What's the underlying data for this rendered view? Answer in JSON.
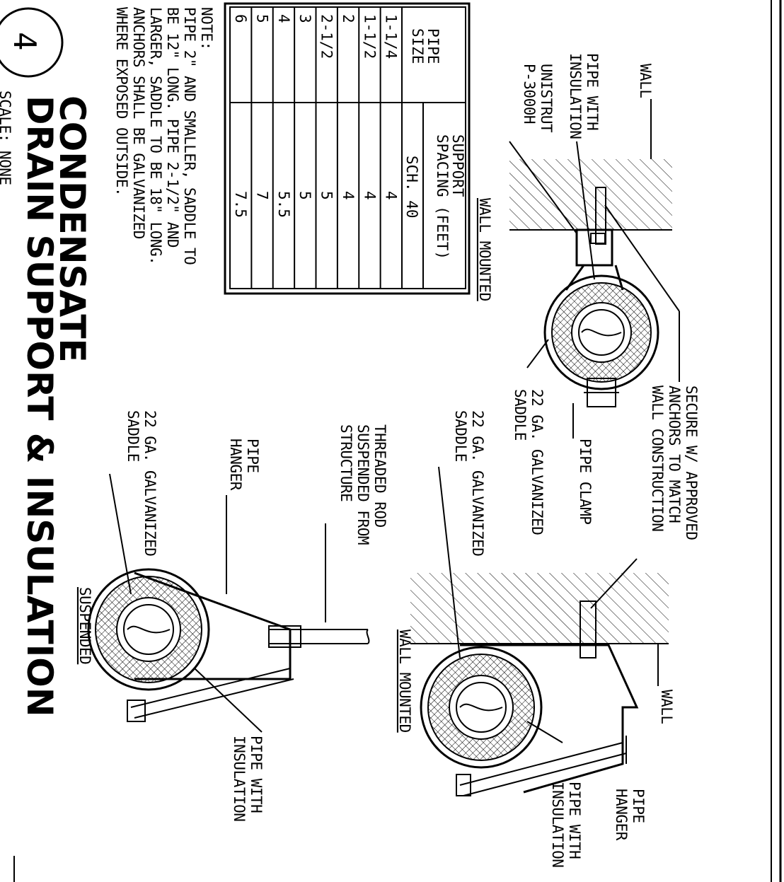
{
  "detail": {
    "number": "4",
    "title_line1": "CONDENSATE",
    "title_line2": "DRAIN SUPPORT & INSULATION",
    "scale": "SCALE: NONE"
  },
  "views": {
    "wall_mounted_clamp": "WALL MOUNTED",
    "wall_mounted_hanger": "WALL MOUNTED",
    "suspended": "SUSPENDED"
  },
  "labels": {
    "wall_top": "WALL",
    "pipe_with_insulation_1": [
      "PIPE WITH",
      "INSULATION"
    ],
    "unistrut": [
      "UNISTRUT",
      "P-3000H"
    ],
    "secure_anchors": [
      "SECURE W/ APPROVED",
      "ANCHORS TO MATCH",
      "WALL CONSTRUCTION"
    ],
    "pipe_clamp": "PIPE CLAMP",
    "saddle_1": [
      "22 GA. GALVANIZED",
      "SADDLE"
    ],
    "saddle_2": [
      "22 GA. GALVANIZED",
      "SADDLE"
    ],
    "saddle_3": [
      "22 GA. GALVANIZED",
      "SADDLE"
    ],
    "threaded_rod": [
      "THREADED ROD",
      "SUSPENDED FROM",
      "STRUCTURE"
    ],
    "pipe_hanger_1": [
      "PIPE",
      "HANGER"
    ],
    "pipe_hanger_2": [
      "PIPE",
      "HANGER"
    ],
    "wall_right": "WALL",
    "pipe_with_insulation_2": [
      "PIPE WITH",
      "INSULATION"
    ],
    "pipe_with_insulation_3": [
      "PIPE WITH",
      "INSULATION"
    ]
  },
  "table": {
    "header_pipe": [
      "PIPE",
      "SIZE"
    ],
    "header_support": [
      "SUPPORT",
      "SPACING (FEET)"
    ],
    "header_sch": "SCH. 40",
    "rows": [
      {
        "size": "1-1/4",
        "spacing": "4"
      },
      {
        "size": "1-1/2",
        "spacing": "4"
      },
      {
        "size": "2",
        "spacing": "4"
      },
      {
        "size": "2-1/2",
        "spacing": "5"
      },
      {
        "size": "3",
        "spacing": "5"
      },
      {
        "size": "4",
        "spacing": "5.5"
      },
      {
        "size": "5",
        "spacing": "7"
      },
      {
        "size": "6",
        "spacing": "7.5"
      }
    ]
  },
  "note": {
    "heading": "NOTE:",
    "lines": [
      "PIPE 2\" AND SMALLER, SADDLE TO",
      "BE 12\" LONG. PIPE 2-1/2\" AND",
      "LARGER, SADDLE TO BE 18\" LONG.",
      "ANCHORS SHALL BE GALVANIZED",
      "WHERE EXPOSED OUTSIDE."
    ]
  }
}
